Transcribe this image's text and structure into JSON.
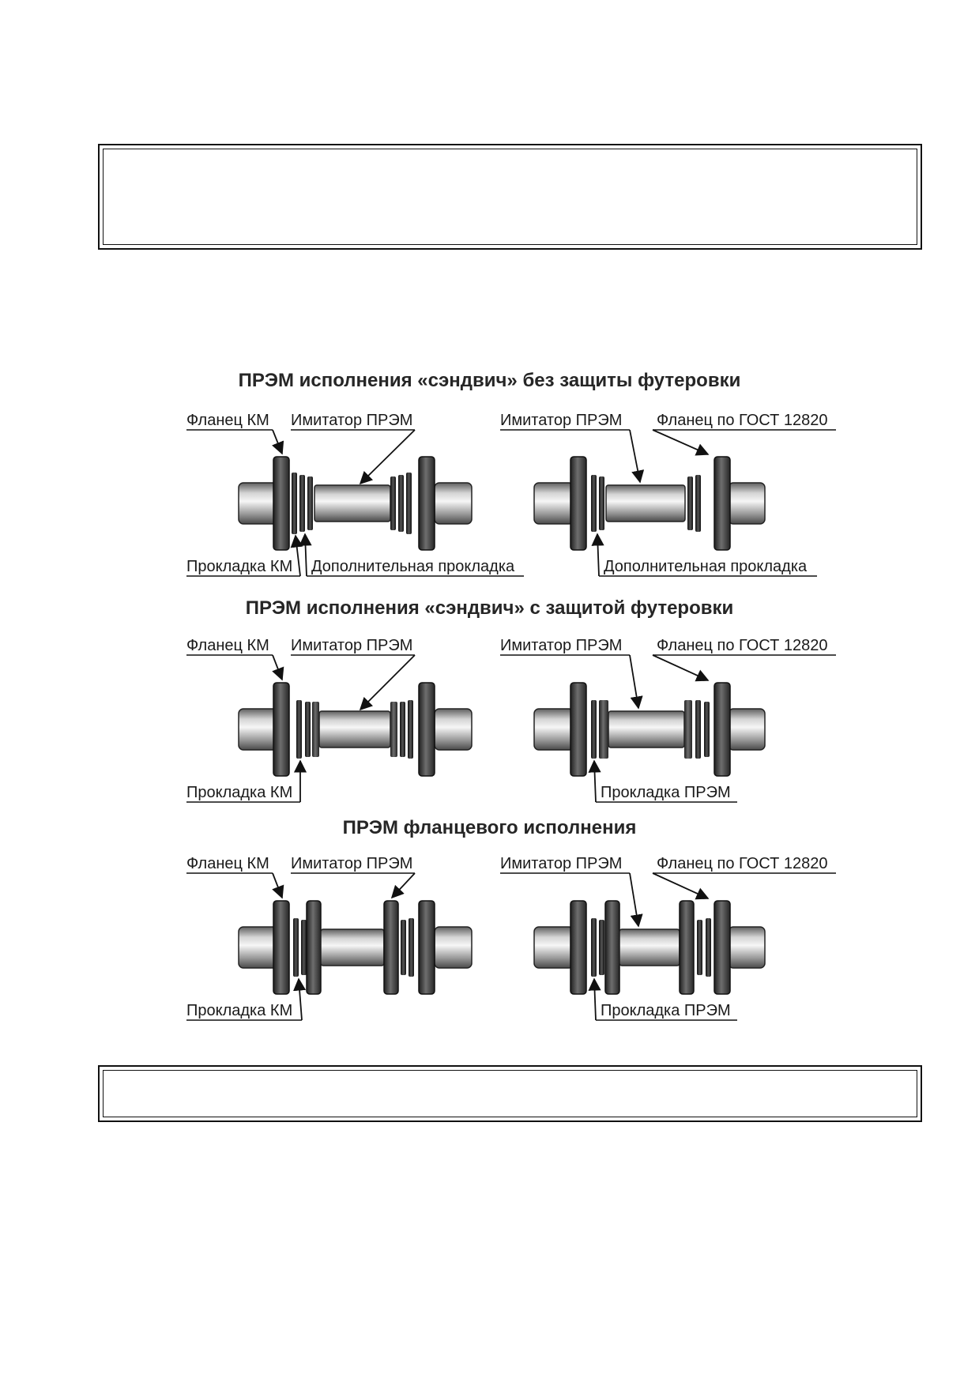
{
  "sections": [
    {
      "title": "ПРЭМ исполнения «сэндвич» без защиты футеровки",
      "left": {
        "top_label_1": "Фланец КМ",
        "top_label_2": "Имитатор ПРЭМ",
        "bottom_label_1": "Прокладка КМ",
        "bottom_label_2": "Дополнительная прокладка"
      },
      "right": {
        "top_label_1": "Имитатор ПРЭМ",
        "top_label_2": "Фланец по ГОСТ 12820",
        "bottom_label_1": "Дополнительная прокладка"
      }
    },
    {
      "title": "ПРЭМ исполнения «сэндвич» с защитой футеровки",
      "left": {
        "top_label_1": "Фланец КМ",
        "top_label_2": "Имитатор ПРЭМ",
        "bottom_label_1": "Прокладка КМ"
      },
      "right": {
        "top_label_1": "Имитатор ПРЭМ",
        "top_label_2": "Фланец по ГОСТ 12820",
        "bottom_label_1": "Прокладка ПРЭМ"
      }
    },
    {
      "title": "ПРЭМ фланцевого исполнения",
      "left": {
        "top_label_1": "Фланец КМ",
        "top_label_2": "Имитатор ПРЭМ",
        "bottom_label_1": "Прокладка КМ"
      },
      "right": {
        "top_label_1": "Имитатор ПРЭМ",
        "top_label_2": "Фланец по ГОСТ 12820",
        "bottom_label_1": "Прокладка ПРЭМ"
      }
    }
  ]
}
